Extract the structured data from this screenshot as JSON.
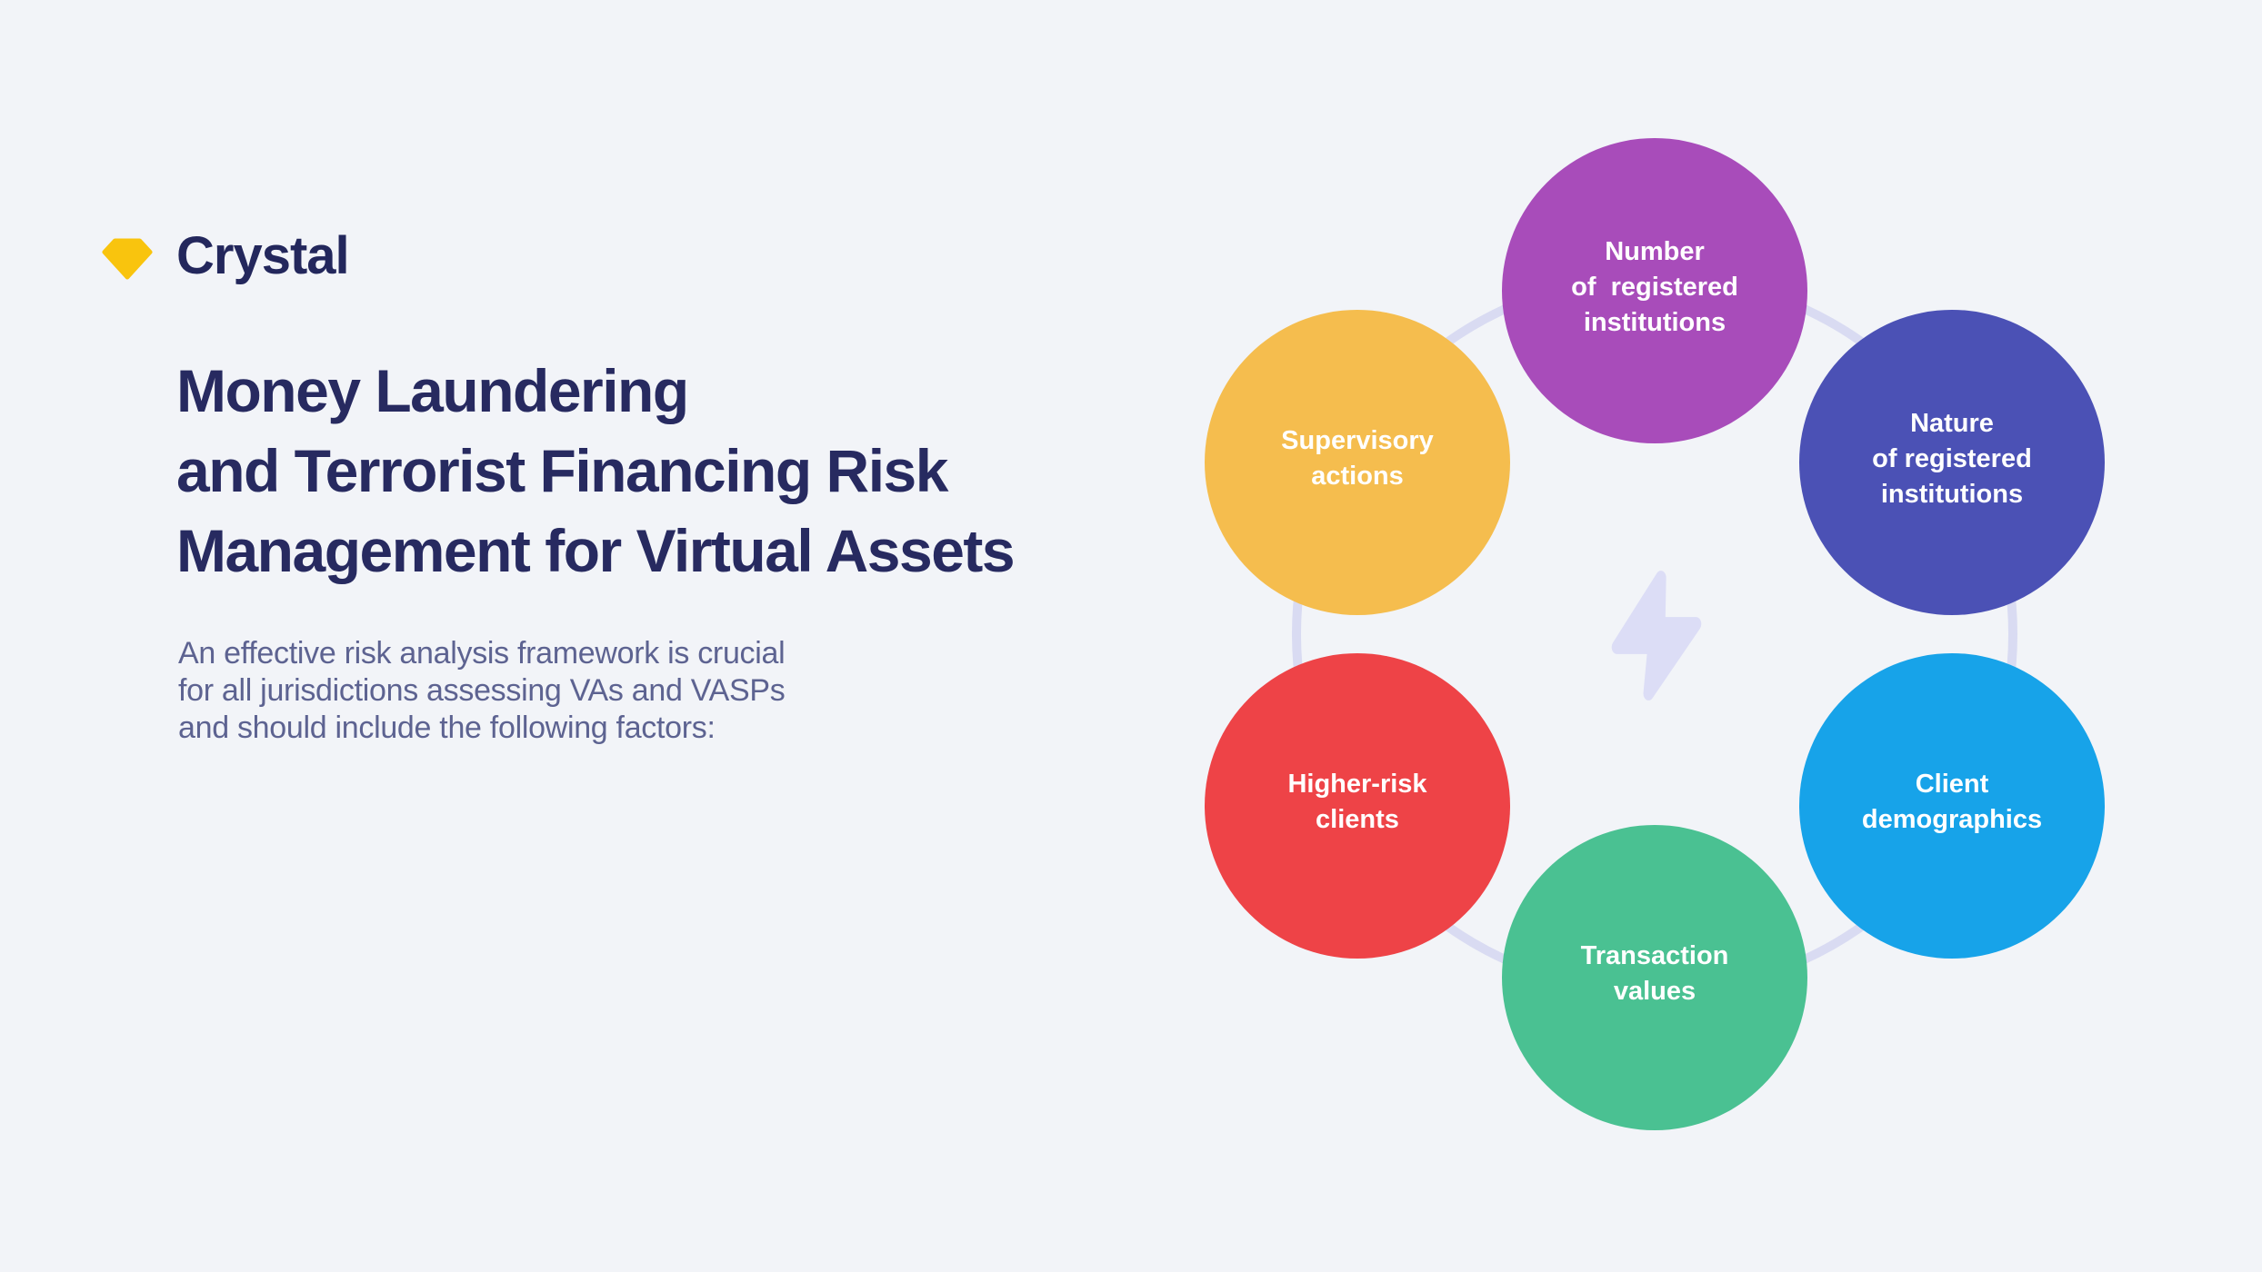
{
  "page": {
    "background": "#f2f4f8"
  },
  "logo": {
    "brand": "Crystal",
    "icon": "diamond-gem",
    "gem_color": "#f9c40e",
    "text_color": "#23275c"
  },
  "intro": {
    "title_lines": [
      "Money Laundering",
      "and Terrorist Financing Risk",
      "Management for Virtual Assets"
    ],
    "title_color": "#272a60",
    "subtitle_lines": [
      "An effective risk analysis framework is crucial",
      "for all jurisdictions assessing VAs and VASPs",
      "and should include the following factors:"
    ],
    "subtitle_color": "#5d6391"
  },
  "diagram": {
    "ring_color": "#d9dbf2",
    "bolt_icon": "lightning-bolt",
    "bolt_color": "#dcddf6",
    "label_color": "#ffffff",
    "factors": [
      {
        "id": "number-of-registered-institutions",
        "position": "top",
        "color": "#a84cba",
        "lines": [
          "Number",
          "of  registered",
          "institutions"
        ]
      },
      {
        "id": "nature-of-registered-institutions",
        "position": "top-right",
        "color": "#4b51b5",
        "lines": [
          "Nature",
          "of registered",
          "institutions"
        ]
      },
      {
        "id": "client-demographics",
        "position": "bottom-right",
        "color": "#17a3e9",
        "lines": [
          "Client",
          "demographics"
        ]
      },
      {
        "id": "transaction-values",
        "position": "bottom",
        "color": "#4ac192",
        "lines": [
          "Transaction",
          "values"
        ]
      },
      {
        "id": "higher-risk-clients",
        "position": "bottom-left",
        "color": "#ee4347",
        "lines": [
          "Higher-risk",
          "clients"
        ]
      },
      {
        "id": "supervisory-actions",
        "position": "top-left",
        "color": "#f5bd4e",
        "lines": [
          "Supervisory",
          "actions"
        ]
      }
    ]
  }
}
